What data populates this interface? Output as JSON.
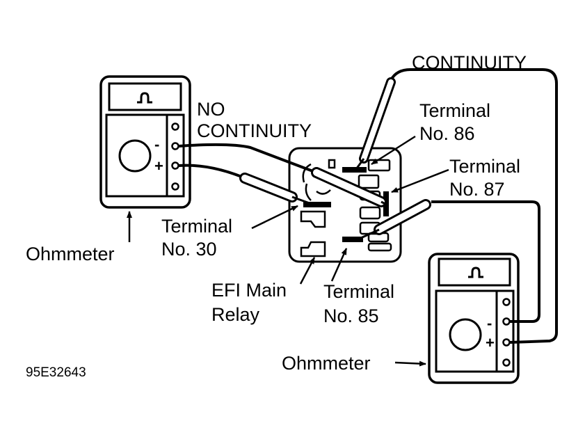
{
  "figure_code": "95E32643",
  "labels": {
    "no_continuity_line1": "NO",
    "no_continuity_line2": "CONTINUITY",
    "continuity": "CONTINUITY",
    "terminal_86_line1": "Terminal",
    "terminal_86_line2": "No. 86",
    "terminal_87_line1": "Terminal",
    "terminal_87_line2": "No. 87",
    "terminal_30_line1": "Terminal",
    "terminal_30_line2": "No. 30",
    "terminal_85_line1": "Terminal",
    "terminal_85_line2": "No. 85",
    "relay_line1": "EFI Main",
    "relay_line2": "Relay",
    "ohmmeter_left": "Ohmmeter",
    "ohmmeter_right": "Ohmmeter"
  },
  "meters": {
    "left": {
      "display_symbol": "pulse-icon",
      "minus": "-",
      "plus": "+"
    },
    "right": {
      "display_symbol": "pulse-icon",
      "minus": "-",
      "plus": "+"
    }
  }
}
